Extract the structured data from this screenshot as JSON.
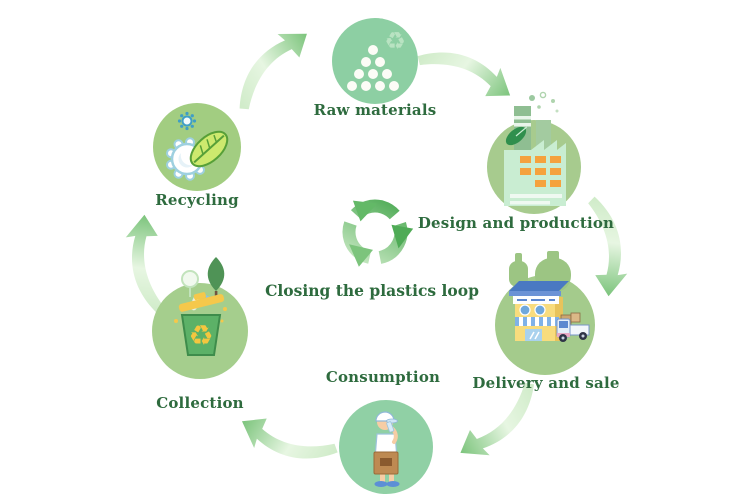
{
  "diagram": {
    "title": "Closing the plastics loop",
    "center_icon": "recycle-loop-icon",
    "stages": [
      {
        "id": "raw-materials",
        "label": "Raw materials",
        "icon": "plastic-pellets-icon"
      },
      {
        "id": "design-production",
        "label": "Design and production",
        "icon": "eco-factory-icon"
      },
      {
        "id": "delivery-sale",
        "label": "Delivery and sale",
        "icon": "store-and-truck-icon"
      },
      {
        "id": "consumption",
        "label": "Consumption",
        "icon": "person-drinking-icon"
      },
      {
        "id": "collection",
        "label": "Collection",
        "icon": "recycle-bin-icon"
      },
      {
        "id": "recycling",
        "label": "Recycling",
        "icon": "gear-and-leaf-icon"
      }
    ],
    "colors": {
      "label_text": "#2E6B3E",
      "raw_circle": "#8DCFA3",
      "design_circle": "#A7CB8E",
      "delivery_circle": "#A4CB8C",
      "consumption_circle": "#90D0A5",
      "collection_circle": "#A5CE8D",
      "recycling_circle": "#A2CD81",
      "arrow_head": "#7CC47C",
      "arrow_tail": "#CFEBC8",
      "center_dark": "#4FAB56",
      "center_light": "#C9E9C4"
    }
  }
}
